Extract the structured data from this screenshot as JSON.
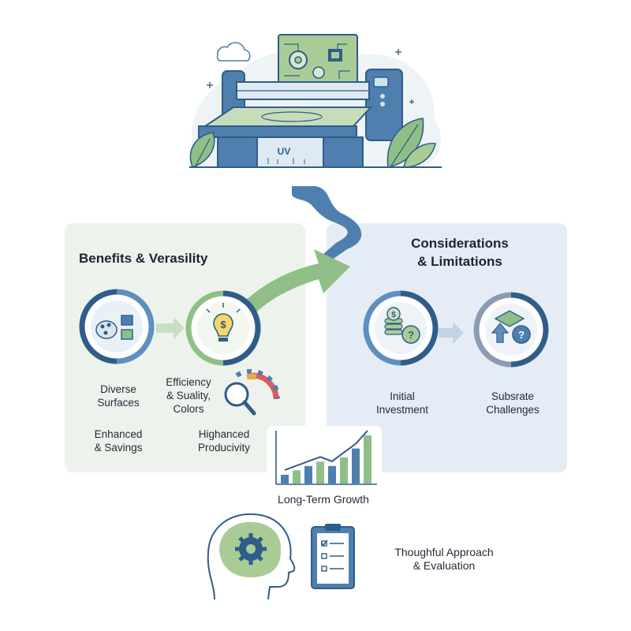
{
  "printer": {
    "uv_label": "UV"
  },
  "benefits": {
    "title": "Benefits & Verasility",
    "diverse": [
      "Diverse",
      "Surfaces"
    ],
    "efficiency": [
      "Efficiency",
      "& Suality,",
      "Colors"
    ],
    "enhanced": [
      "Enhanced",
      "& Savings"
    ],
    "higher": [
      "Highanced",
      "Producivity"
    ],
    "money_symbol": "$"
  },
  "considerations": {
    "title": [
      "Considerations",
      "& Limitations"
    ],
    "investment": [
      "Initial",
      "Investment"
    ],
    "substrate": [
      "Subsrate",
      "Challenges"
    ],
    "money_symbol": "$",
    "question_symbol": "?"
  },
  "growth": {
    "label": "Long-Term Growth",
    "bars": [
      2,
      3,
      4,
      5,
      4,
      6,
      8,
      11
    ]
  },
  "approach": {
    "label": [
      "Thoughful Approach",
      "& Evaluation"
    ]
  },
  "colors": {
    "green_accent": "#8fbf86",
    "blue_accent": "#4f7fae",
    "dark_blue": "#2f5d8a",
    "panel_green": "#edf3ec",
    "panel_blue": "#e6ecf5"
  }
}
